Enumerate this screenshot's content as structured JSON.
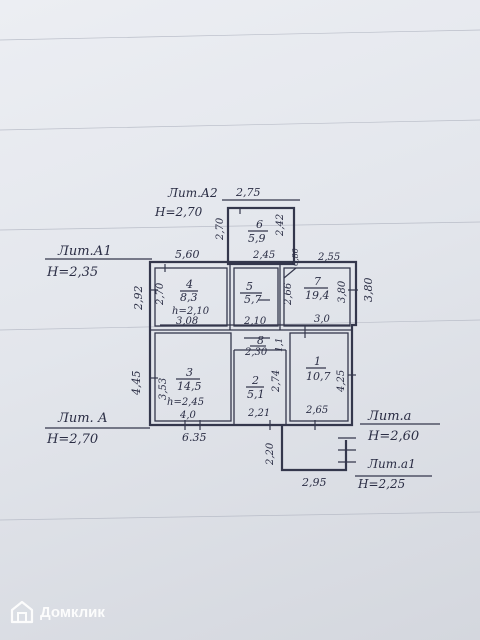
{
  "labels": {
    "lit_a2": "Лит.А2",
    "h_a2": "H=2,70",
    "lit_a1": "Лит.А1",
    "h_a1": "H=2,35",
    "lit_a": "Лит. А",
    "h_a": "H=2,70",
    "lit_a_small": "Лит.а",
    "h_a_small": "H=2,60",
    "lit_a1_small": "Лит.а1",
    "h_a1_small": "H=2,25"
  },
  "dims": {
    "top_a2": "2,75",
    "a2_left": "2,70",
    "a2_right": "2,42",
    "a2_bottom": "2,45",
    "top_main": "5,60",
    "room4_left": "2,70",
    "outer_left_top": "2,92",
    "room4_bottom": "3,08",
    "room5_bottom": "2,10",
    "room7_left": "2,66",
    "room7_right": "3,80",
    "room7_right_outer": "3,80",
    "room7_top": "2,55",
    "room7_corner": "0,80",
    "corr_top": "3,0",
    "corr_width": "2,30",
    "corr_side": "1,1",
    "room3_left": "3,53",
    "outer_left_bottom": "4,45",
    "room3_bottom": "4,0",
    "room2_right": "2,74",
    "room2_bottom": "2,21",
    "room1_right": "4,25",
    "room1_bottom": "2,65",
    "bottom_total": "6.35",
    "porch_left": "2,20",
    "porch_bottom": "2,95"
  },
  "rooms": [
    {
      "num": "1",
      "area": "10,7"
    },
    {
      "num": "2",
      "area": "5,1"
    },
    {
      "num": "3",
      "area": "14,5",
      "height": "h=2,45"
    },
    {
      "num": "4",
      "area": "8,3",
      "height": "h=2,10"
    },
    {
      "num": "5",
      "area": "5,7"
    },
    {
      "num": "6",
      "area": "5,9"
    },
    {
      "num": "7",
      "area": "19,4"
    },
    {
      "num": "8",
      "area": ""
    }
  ],
  "watermark": {
    "brand": "Домклик"
  }
}
